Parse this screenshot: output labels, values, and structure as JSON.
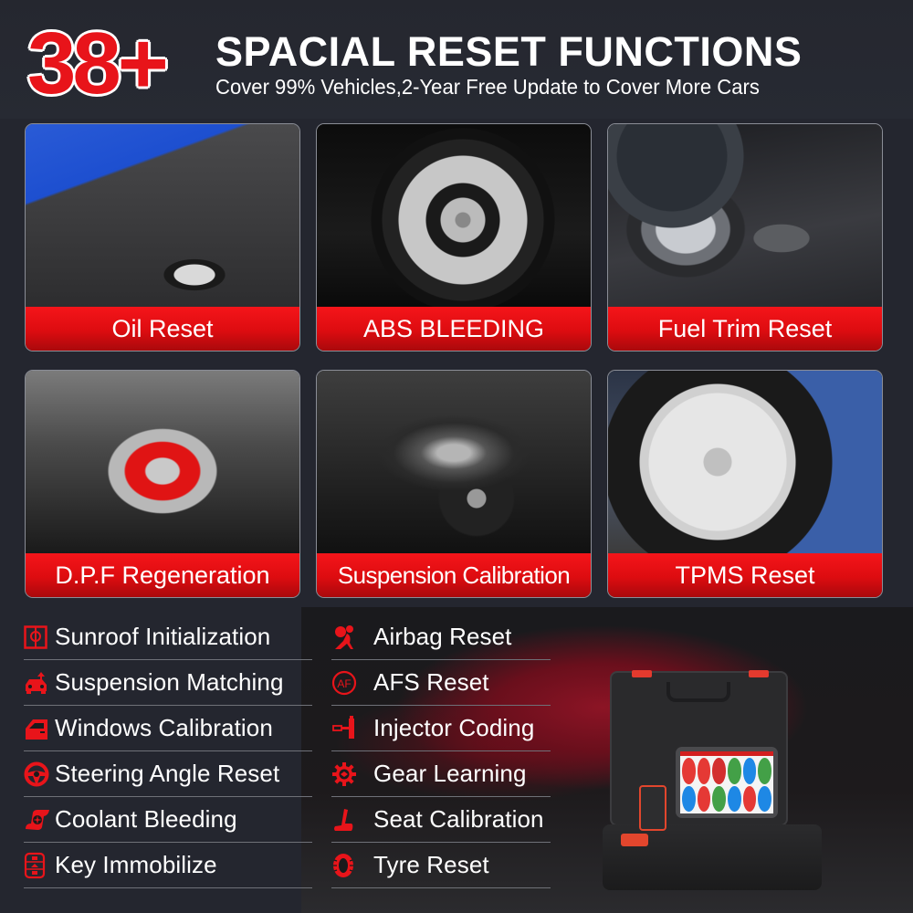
{
  "header": {
    "count": "38+",
    "title": "SPACIAL RESET FUNCTIONS",
    "subtitle": "Cover 99% Vehicles,2-Year Free Update to Cover More Cars"
  },
  "cards": [
    {
      "label": "Oil Reset",
      "image": "oil-pouring-into-engine"
    },
    {
      "label": "ABS BLEEDING",
      "image": "car-wheel-red-brake-caliper"
    },
    {
      "label": "Fuel Trim Reset",
      "image": "oil-cap-and-dashboard-gauge"
    },
    {
      "label": "D.P.F Regeneration",
      "image": "diesel-particulate-filter-cutaway"
    },
    {
      "label": "Suspension Calibration",
      "image": "car-chassis-suspension"
    },
    {
      "label": "TPMS Reset",
      "image": "tire-wrench-on-wheel"
    }
  ],
  "features_left": [
    {
      "label": "Sunroof Initialization",
      "icon": "sunroof-icon"
    },
    {
      "label": "Suspension Matching",
      "icon": "car-lift-icon"
    },
    {
      "label": "Windows Calibration",
      "icon": "car-door-window-icon"
    },
    {
      "label": "Steering Angle Reset",
      "icon": "steering-wheel-icon"
    },
    {
      "label": "Coolant Bleeding",
      "icon": "coolant-fan-icon"
    },
    {
      "label": "Key Immobilize",
      "icon": "car-key-fob-icon"
    }
  ],
  "features_right": [
    {
      "label": "Airbag Reset",
      "icon": "airbag-icon"
    },
    {
      "label": "AFS Reset",
      "icon": "afs-headlight-icon"
    },
    {
      "label": "Injector Coding",
      "icon": "injector-icon"
    },
    {
      "label": "Gear Learning",
      "icon": "gear-icon"
    },
    {
      "label": "Seat Calibration",
      "icon": "seat-icon"
    },
    {
      "label": "Tyre Reset",
      "icon": "tyre-icon"
    }
  ],
  "colors": {
    "background": "#24262f",
    "accent_red": "#e8141a",
    "label_red": "#dd0c10",
    "divider": "#6f7178"
  },
  "product": {
    "image": "diagnostic-tablet-kit-in-carry-case-with-red-sports-car"
  }
}
